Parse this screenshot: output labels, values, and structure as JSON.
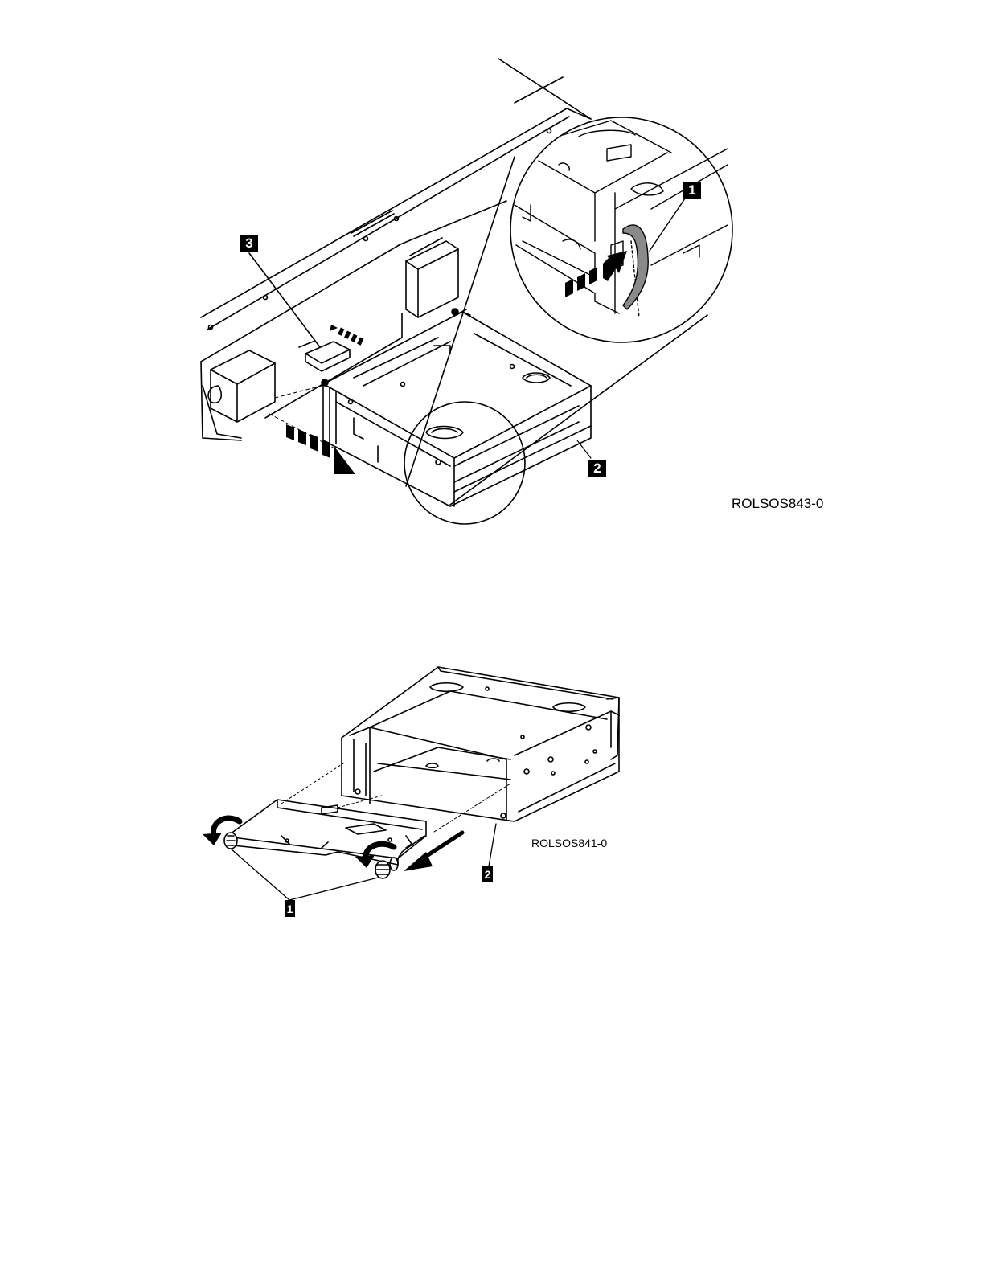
{
  "figure1": {
    "id_label": "ROLSOS843-0",
    "callouts": [
      "1",
      "2",
      "3"
    ]
  },
  "figure2": {
    "id_label": "ROLSOS841-0",
    "callouts": [
      "1",
      "2"
    ]
  }
}
